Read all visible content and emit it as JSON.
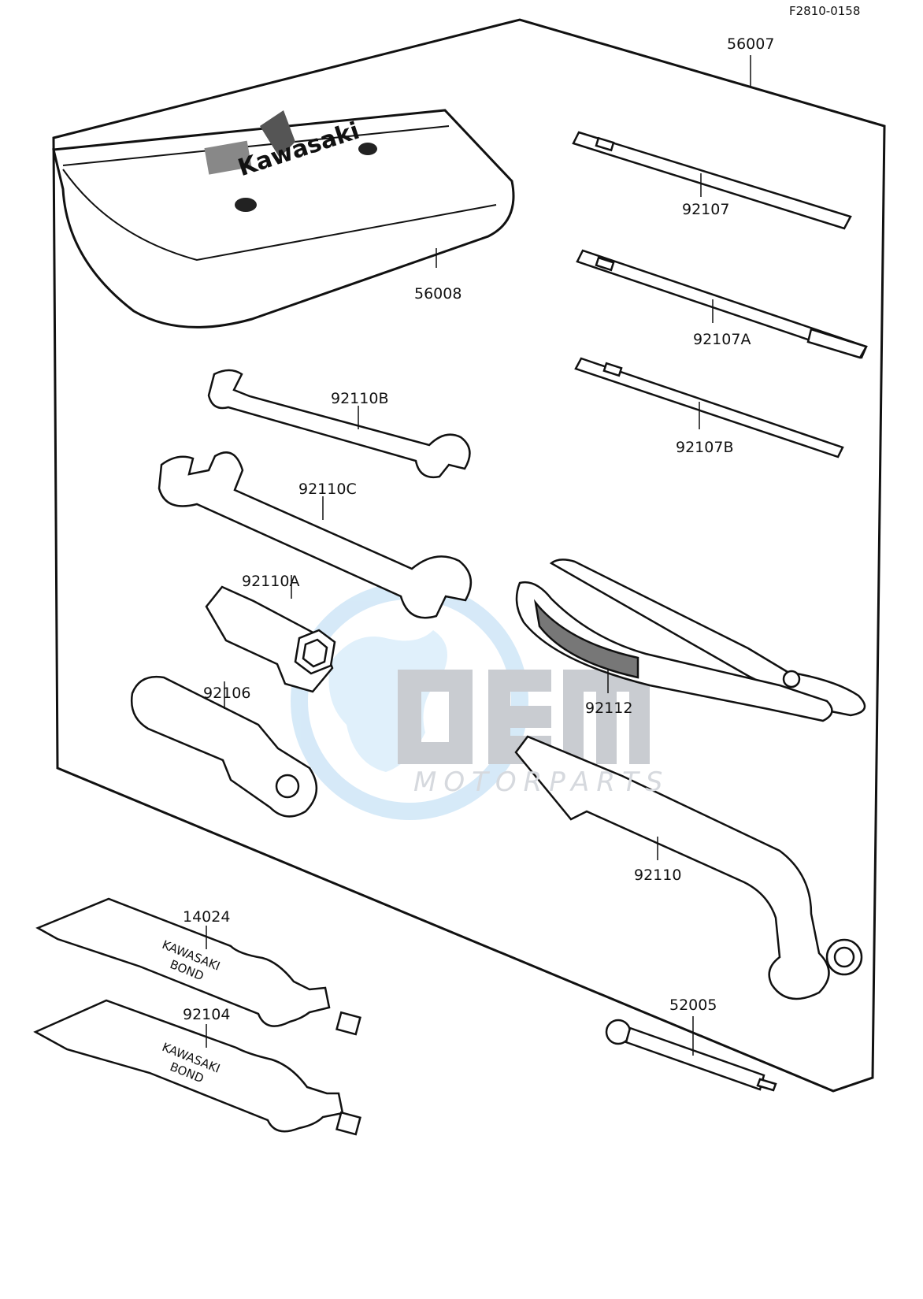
{
  "diagram_code": "F2810-0158",
  "parts": [
    {
      "id": "toolkit-set",
      "number": "56007"
    },
    {
      "id": "tool-bag",
      "number": "56008"
    },
    {
      "id": "screwdriver-a",
      "number": "92107"
    },
    {
      "id": "screwdriver-b",
      "number": "92107A"
    },
    {
      "id": "screwdriver-c",
      "number": "92107B"
    },
    {
      "id": "wrench-small",
      "number": "92110B"
    },
    {
      "id": "wrench-large",
      "number": "92110C"
    },
    {
      "id": "plug-wrench",
      "number": "92110A"
    },
    {
      "id": "pliers",
      "number": "92112"
    },
    {
      "id": "screwdriver-handle",
      "number": "92106"
    },
    {
      "id": "ring-wrench",
      "number": "92110"
    },
    {
      "id": "bond-tube-1",
      "number": "14024"
    },
    {
      "id": "bond-tube-2",
      "number": "92104"
    },
    {
      "id": "pressure-gauge",
      "number": "52005"
    }
  ],
  "bag_logo_text": "Kawasaki",
  "tube_text_line1": "KAWASAKI",
  "tube_text_line2": "BOND",
  "watermark": {
    "brand": "OEM",
    "sub": "MOTORPARTS"
  },
  "colors": {
    "line": "#111111",
    "watermark_blue": "#cfe6f7",
    "watermark_gray": "#c9ccd1"
  }
}
